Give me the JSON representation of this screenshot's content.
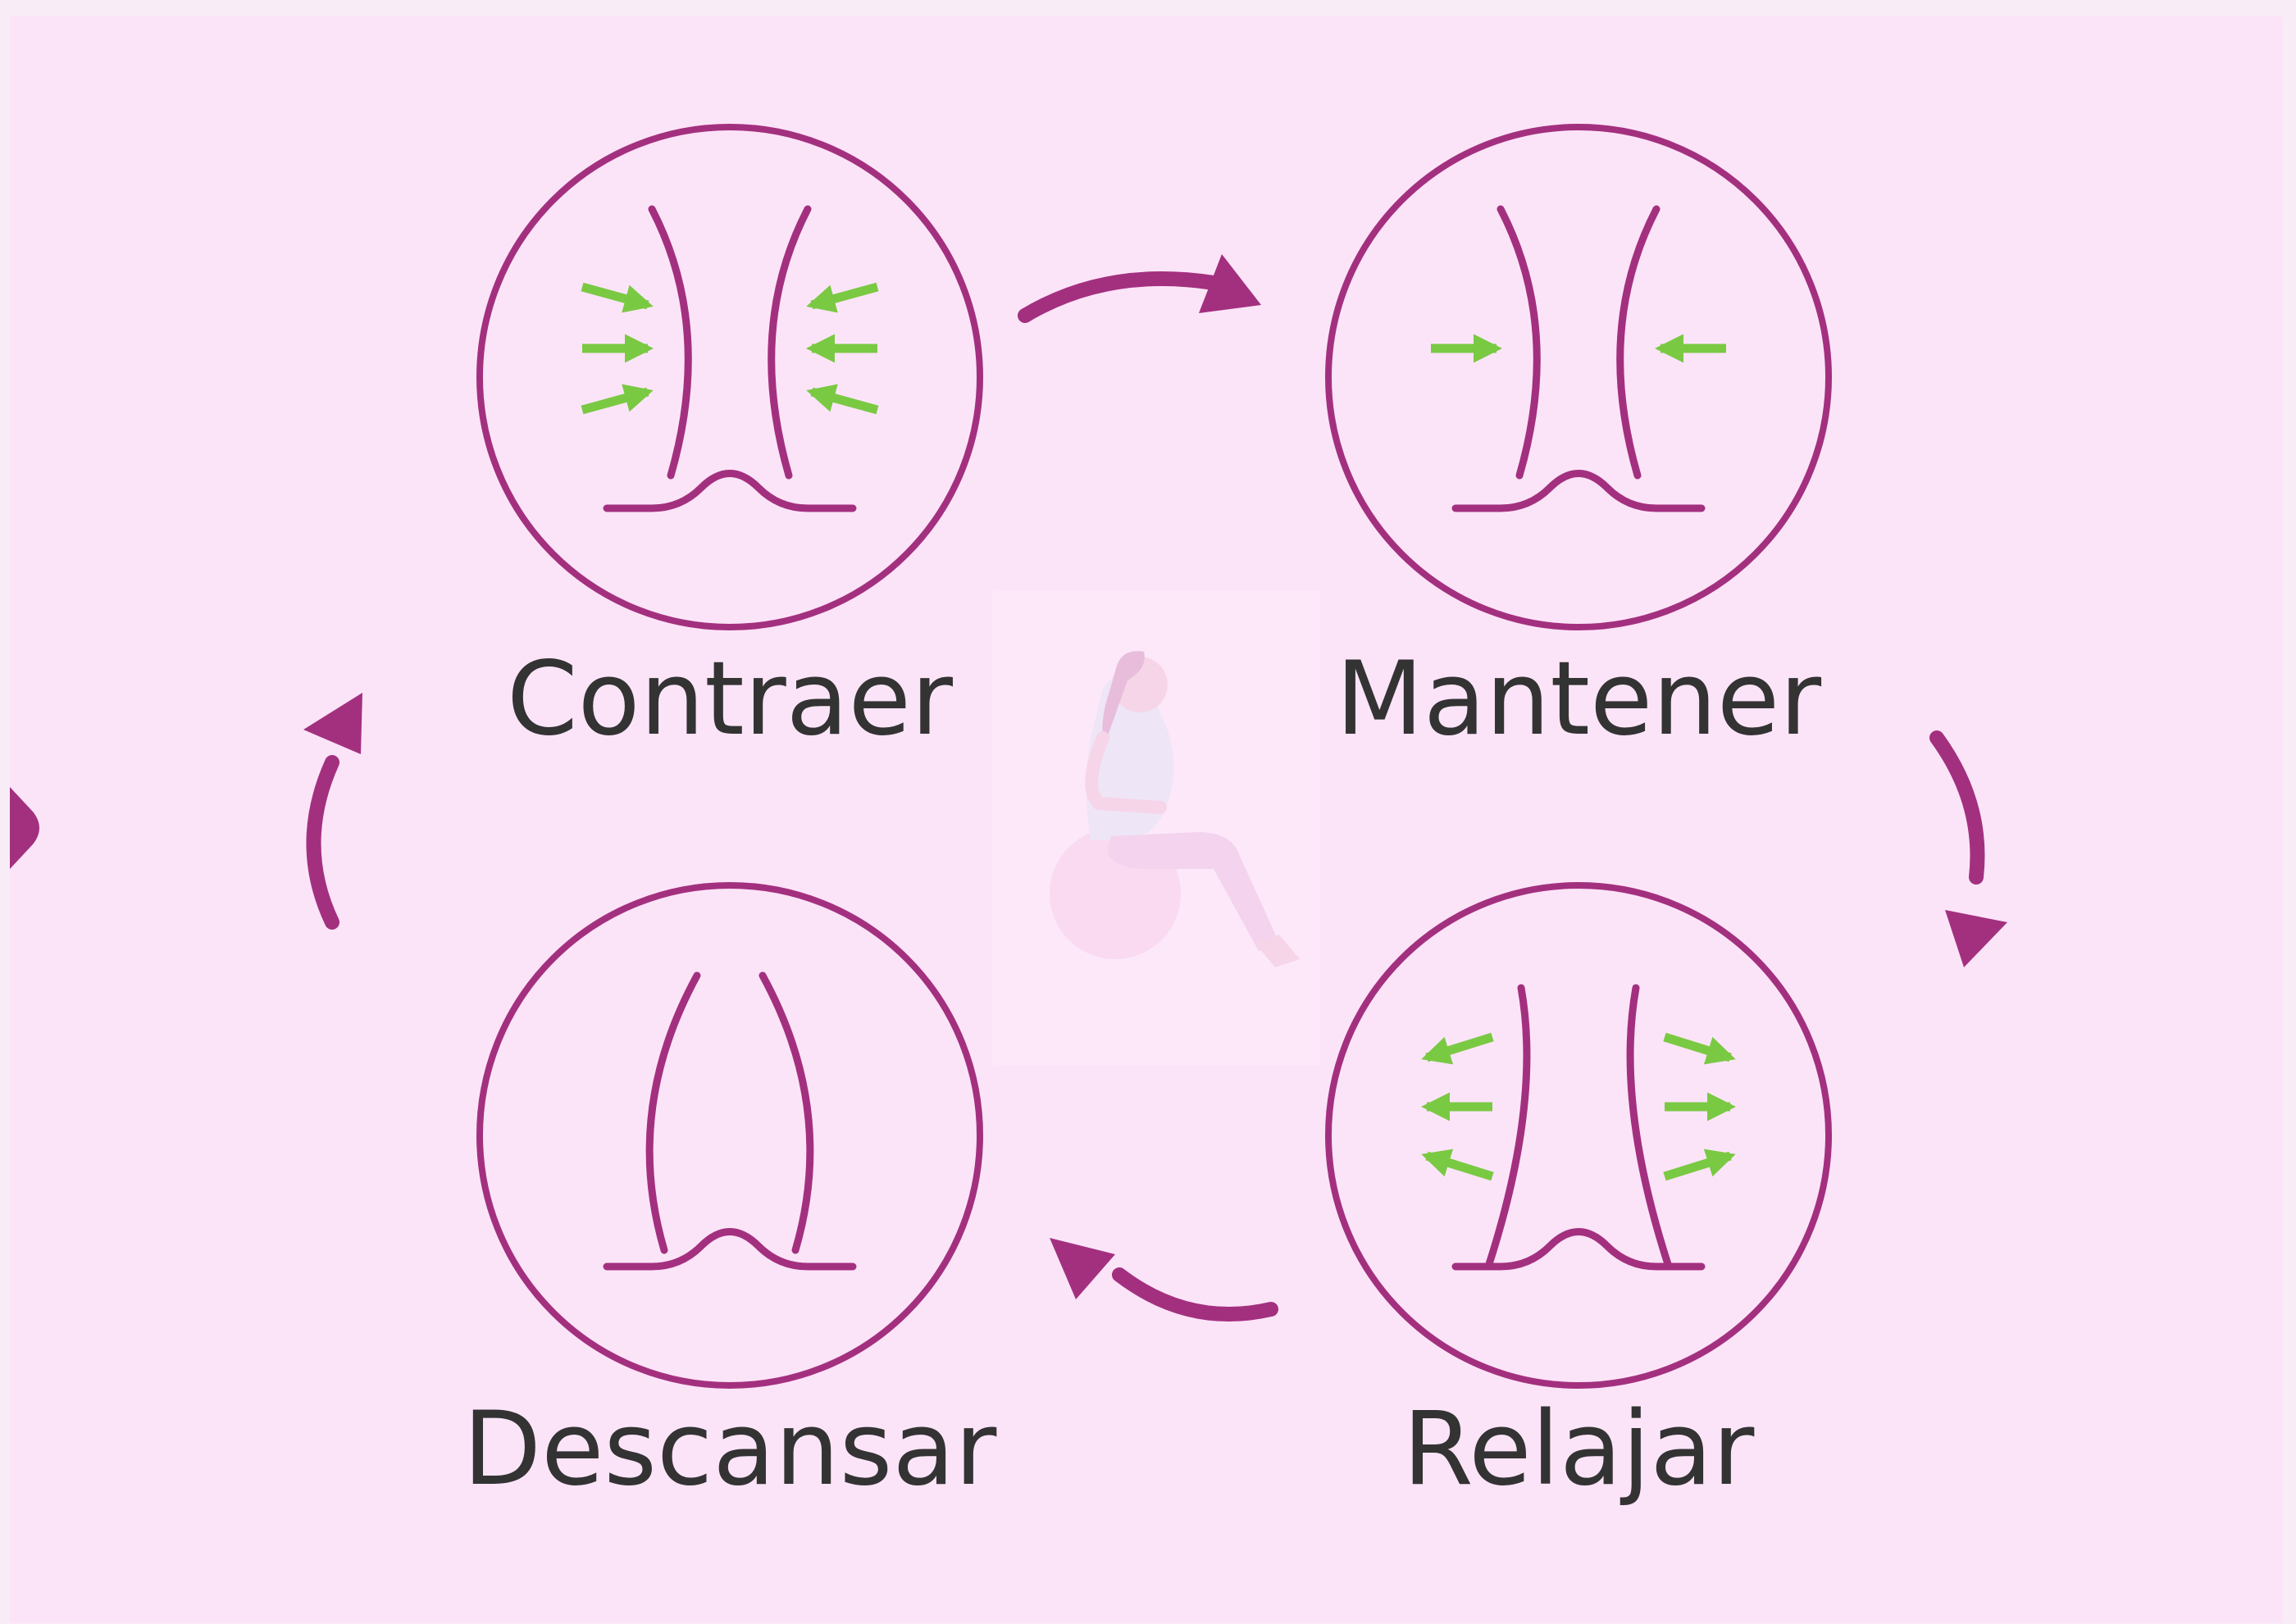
{
  "diagram": {
    "colors": {
      "background": "#FCE4F8",
      "frame": "#F8ECF6",
      "accent": "#A3307F",
      "arrow_green": "#7AC943",
      "label_text": "#333333",
      "figure_skin": "#F2C9DE",
      "figure_shirt": "#E4E6F6",
      "figure_pants": "#ECC6E6",
      "figure_hair": "#D99CC4",
      "ball": "#F7D2EC"
    },
    "stages": [
      {
        "id": "contraer",
        "label": "Contraer",
        "muscle_state": "contracting",
        "icon": "pelvic-floor-contract-icon"
      },
      {
        "id": "mantener",
        "label": "Mantener",
        "muscle_state": "holding",
        "icon": "pelvic-floor-hold-icon"
      },
      {
        "id": "relajar",
        "label": "Relajar",
        "muscle_state": "relaxing",
        "icon": "pelvic-floor-relax-icon"
      },
      {
        "id": "descansar",
        "label": "Descansar",
        "muscle_state": "resting",
        "icon": "pelvic-floor-rest-icon"
      }
    ],
    "cycle_arrows": [
      {
        "from": "contraer",
        "to": "mantener"
      },
      {
        "from": "mantener",
        "to": "relajar"
      },
      {
        "from": "relajar",
        "to": "descansar"
      },
      {
        "from": "descansar",
        "to": "contraer"
      }
    ],
    "center_figure": "pregnant-woman-on-exercise-ball-icon",
    "side_tab_icon": "play-triangle-icon"
  }
}
